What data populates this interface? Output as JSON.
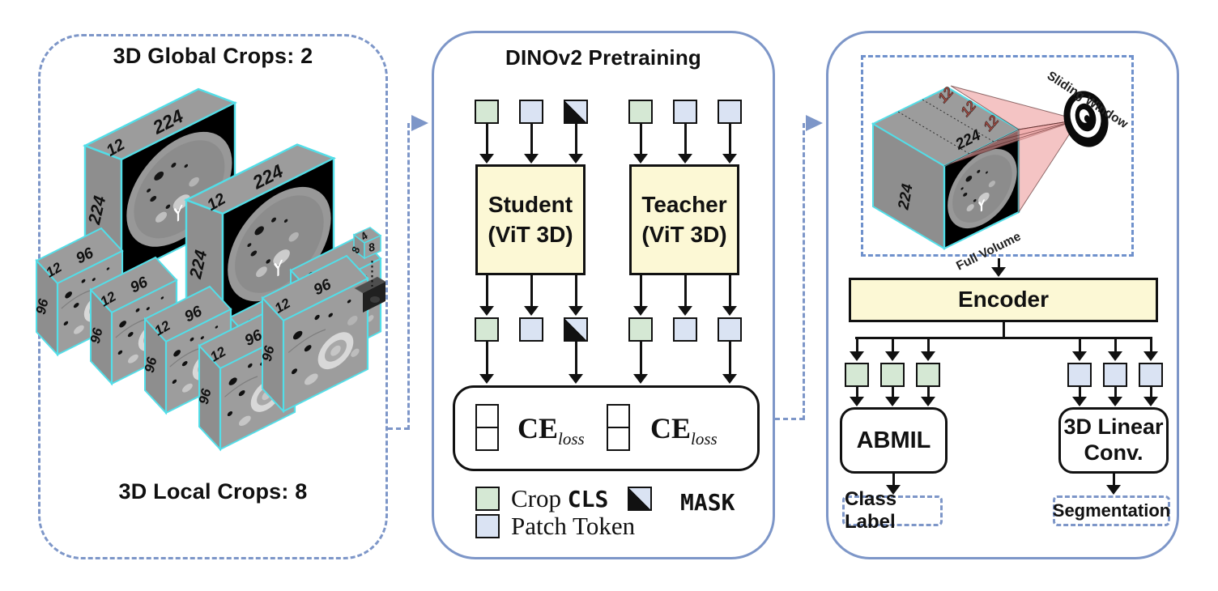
{
  "colors": {
    "panel_border": "#7d96c8",
    "inner_dashed_border": "#6f91cc",
    "token_green": "#d5e8d4",
    "token_blue": "#dae3f3",
    "box_yellow": "#fcf8d5",
    "edge_cyan": "#52dee8",
    "slab_red": "#9c4a42",
    "arrow_black": "#111111"
  },
  "left_panel": {
    "title": "3D Global Crops: 2",
    "subtitle": "3D Local Crops: 8",
    "global_box": {
      "width_label": "224",
      "depth_label": "12",
      "side_label": "224"
    },
    "local_box": {
      "width_label": "96",
      "depth_label": "12",
      "side_label": "96"
    },
    "mini_cube": {
      "top_label": "4",
      "front_label": "8",
      "side_label": "8"
    }
  },
  "middle_panel": {
    "title": "DINOv2 Pretraining",
    "student_line1": "Student",
    "student_line2": "(ViT 3D)",
    "teacher_line1": "Teacher",
    "teacher_line2": "(ViT 3D)",
    "ce_main": "CE",
    "ce_sub": "loss",
    "legend": {
      "crop_cls_serif": "Crop",
      "crop_cls_mono": "CLS",
      "mask_mono": "MASK",
      "patch_token": "Patch Token"
    }
  },
  "right_panel": {
    "sliding_window_label": "Sliding Window",
    "full_volume_label": "Full Volume",
    "volume": {
      "width_label": "224",
      "side_label": "224",
      "depth_label": "12"
    },
    "encoder_label": "Encoder",
    "abmil_label": "ABMIL",
    "conv_line1": "3D Linear",
    "conv_line2": "Conv.",
    "class_label": "Class Label",
    "segmentation_label": "Segmentation",
    "icons": {
      "sliding_window_icon": "concentric-rings-target"
    }
  }
}
